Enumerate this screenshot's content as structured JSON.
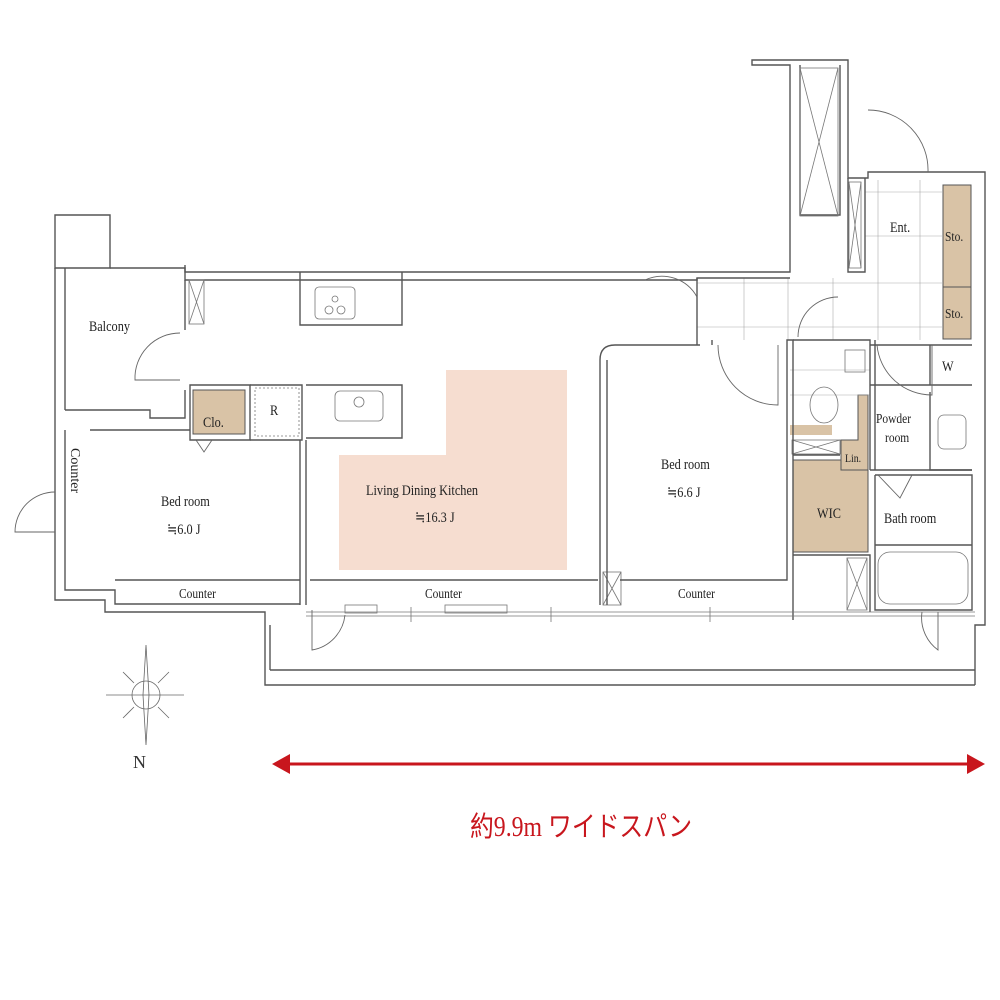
{
  "floorplan": {
    "colors": {
      "ldk_fill": "#f6ddd0",
      "storage_fill": "#d9c3a6",
      "wall": "#555555",
      "accent_red": "#c8161d"
    },
    "rooms": {
      "balcony": "Balcony",
      "closet": "Clo.",
      "refrigerator": "R",
      "bedroom_west": {
        "label": "Bed room",
        "area": "≒6.0 J"
      },
      "ldk": {
        "label": "Living Dining Kitchen",
        "area": "≒16.3 J"
      },
      "bedroom_east": {
        "label": "Bed room",
        "area": "≒6.6 J"
      },
      "entrance": "Ent.",
      "storage_1": "Sto.",
      "storage_2": "Sto.",
      "washer": "W",
      "powder_room_line1": "Powder",
      "powder_room_line2": "room",
      "linen": "Lin.",
      "wic": "WIC",
      "bath_room": "Bath room"
    },
    "counters": {
      "west_vertical": "Counter",
      "bedroom_west": "Counter",
      "ldk": "Counter",
      "bedroom_east": "Counter"
    },
    "compass": {
      "label": "N"
    },
    "span": {
      "label": "約9.9m ワイドスパン"
    }
  }
}
